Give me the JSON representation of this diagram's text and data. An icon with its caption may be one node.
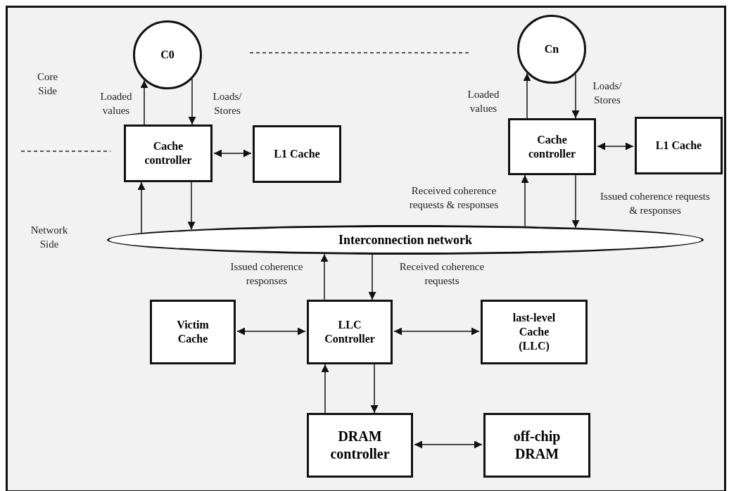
{
  "diagram": {
    "nodes": [
      {
        "text": [
          "C0"
        ]
      },
      {
        "text": [
          "Cn"
        ]
      },
      {
        "text": [
          "Cache controller"
        ]
      },
      {
        "text": [
          "L1 Cache"
        ]
      },
      {
        "text": [
          "Cache controller"
        ]
      },
      {
        "text": [
          "L1 Cache"
        ]
      },
      {
        "text": [
          "Interconnection network"
        ]
      },
      {
        "text": [
          "Victim Cache"
        ]
      },
      {
        "text": [
          "LLC Controller"
        ]
      },
      {
        "text": [
          "last-level Cache (LLC)"
        ]
      },
      {
        "text": [
          "DRAM controller"
        ]
      },
      {
        "text": [
          "off-chip DRAM"
        ]
      }
    ],
    "edges": [
      {
        "from": 2,
        "to": 0,
        "arrow": "to",
        "label": "Loaded values"
      },
      {
        "from": 0,
        "to": 2,
        "arrow": "to",
        "label": "Loads/ Stores"
      },
      {
        "from": 2,
        "to": 3,
        "arrow": "both"
      },
      {
        "from": 6,
        "to": 2,
        "arrow": "to"
      },
      {
        "from": 2,
        "to": 6,
        "arrow": "to"
      },
      {
        "from": 4,
        "to": 1,
        "arrow": "to",
        "label": "Loaded values"
      },
      {
        "from": 1,
        "to": 4,
        "arrow": "to",
        "label": "Loads/ Stores"
      },
      {
        "from": 4,
        "to": 5,
        "arrow": "both"
      },
      {
        "from": 6,
        "to": 4,
        "arrow": "to",
        "label": "Received coherence requests & responses"
      },
      {
        "from": 4,
        "to": 6,
        "arrow": "to",
        "label": "Issued coherence requests & responses"
      },
      {
        "from": 8,
        "to": 6,
        "arrow": "to",
        "label": "Issued coherence responses"
      },
      {
        "from": 6,
        "to": 8,
        "arrow": "to",
        "label": "Received coherence requests"
      },
      {
        "from": 7,
        "to": 8,
        "arrow": "both"
      },
      {
        "from": 8,
        "to": 9,
        "arrow": "both"
      },
      {
        "from": 10,
        "to": 8,
        "arrow": "to"
      },
      {
        "from": 8,
        "to": 10,
        "arrow": "to"
      },
      {
        "from": 10,
        "to": 11,
        "arrow": "both"
      }
    ],
    "labels": [
      "Core Side",
      "Network Side"
    ]
  }
}
